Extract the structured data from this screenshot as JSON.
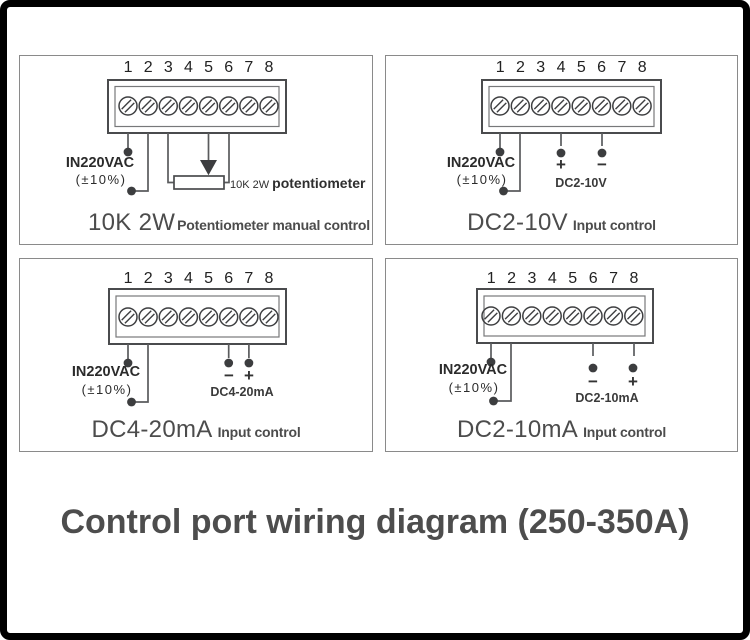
{
  "title": "Control port wiring diagram (250-350A)",
  "terminal_numbers": [
    "1",
    "2",
    "3",
    "4",
    "5",
    "6",
    "7",
    "8"
  ],
  "power": {
    "label": "IN220VAC",
    "tolerance": "(±10%)"
  },
  "symbols": {
    "plus": "+",
    "minus": "−"
  },
  "panels": {
    "pot": {
      "inline_value": "10K 2W",
      "inline_name": "potentiometer",
      "caption_value": "10K 2W",
      "caption_text": "Potentiometer manual control"
    },
    "dc2_10v": {
      "signal": "DC2-10V",
      "caption_value": "DC2-10V",
      "caption_text": "Input control"
    },
    "dc4_20ma": {
      "signal": "DC4-20mA",
      "caption_value": "DC4-20mA",
      "caption_text": "Input control"
    },
    "dc2_10ma": {
      "signal": "DC2-10mA",
      "caption_value": "DC2-10mA",
      "caption_text": "Input control"
    }
  },
  "colors": {
    "ink": "#3e3f41",
    "frame": "#000000"
  }
}
